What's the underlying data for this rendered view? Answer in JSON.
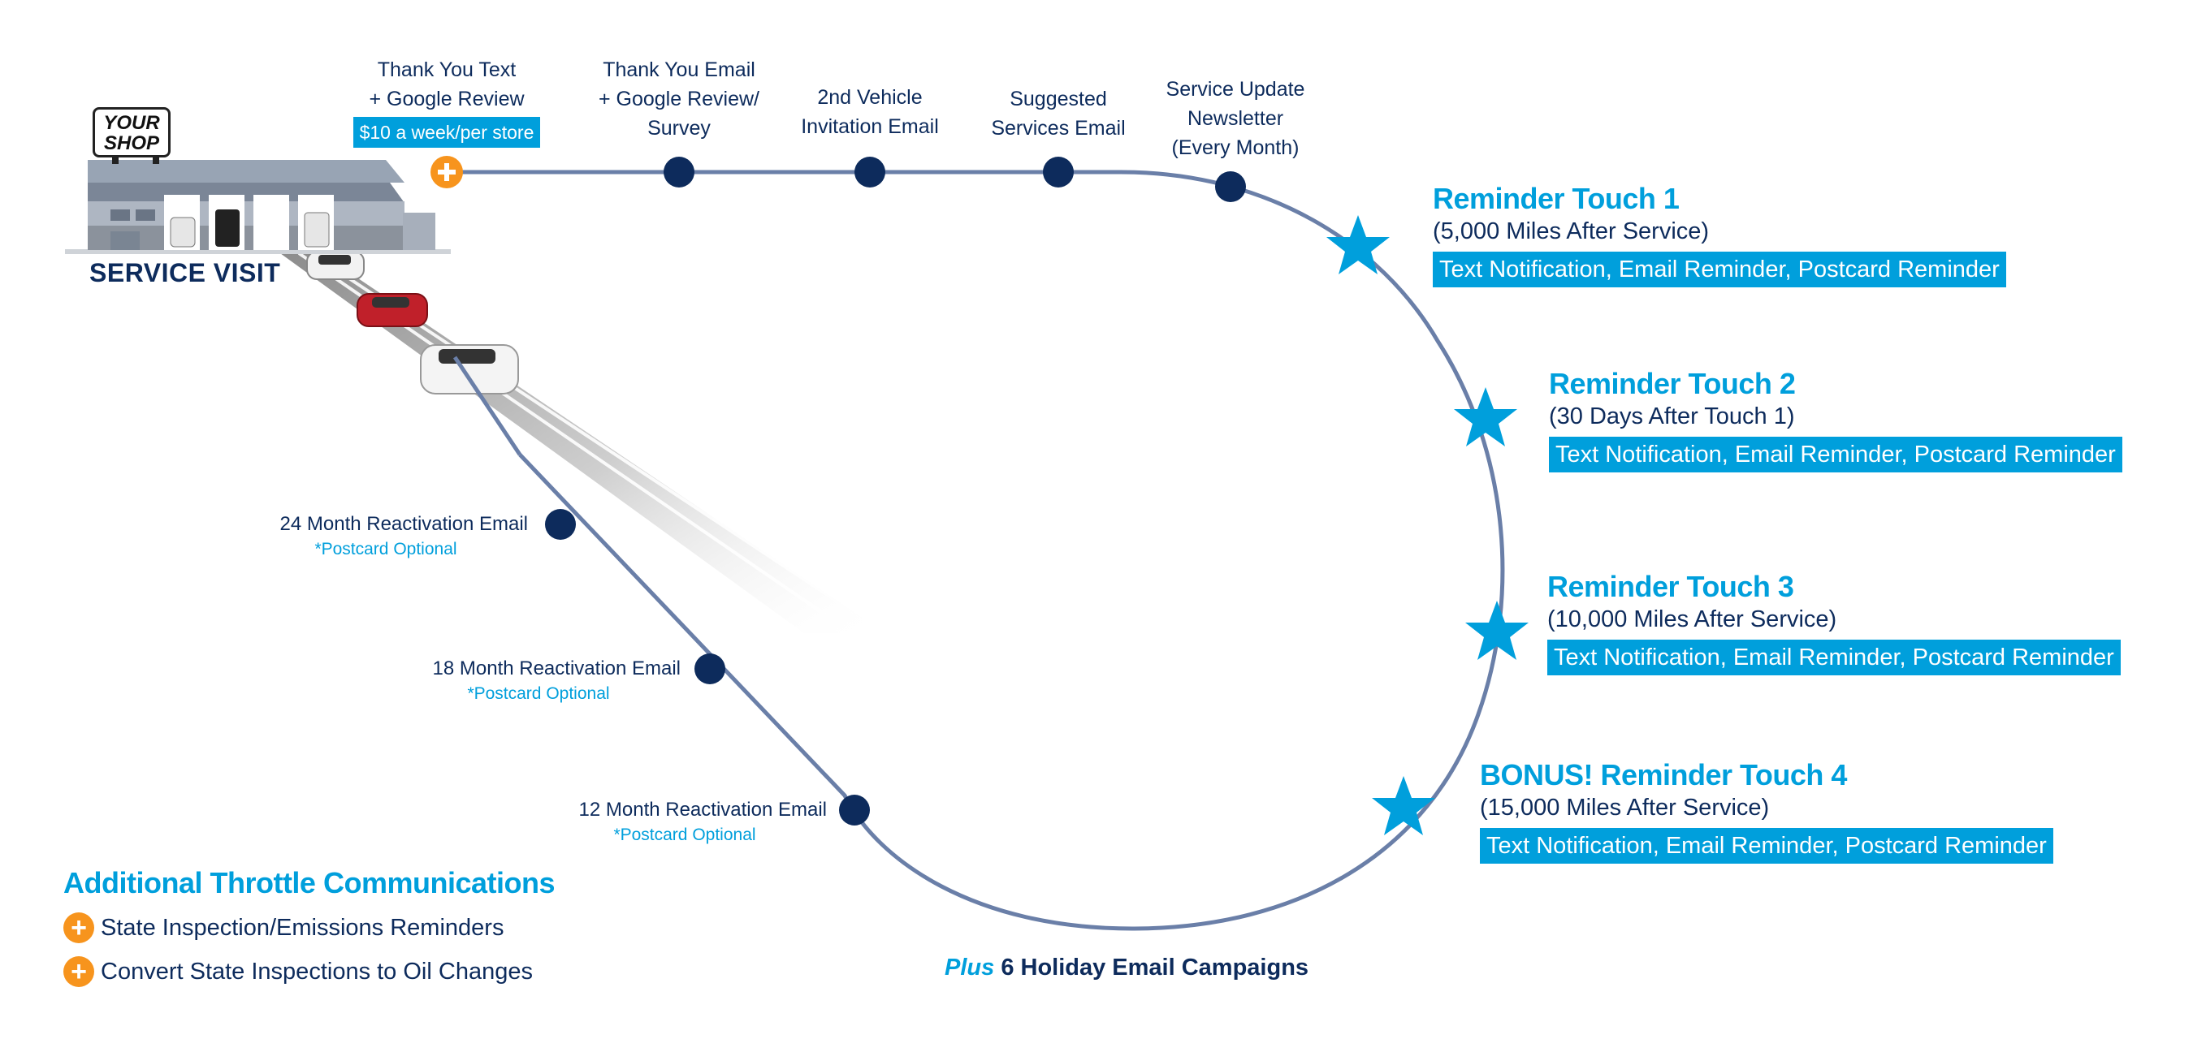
{
  "shop": {
    "sign_line1": "YOUR",
    "sign_line2": "SHOP",
    "service_visit": "SERVICE VISIT"
  },
  "top_steps": [
    {
      "line1": "Thank You Text",
      "line2": "+ Google Review",
      "price": "$10 a week/per store",
      "marker": "plus-icon"
    },
    {
      "line1": "Thank You Email",
      "line2": "+ Google Review/",
      "line3": "Survey",
      "marker": "dot"
    },
    {
      "line1": "2nd Vehicle",
      "line2": "Invitation Email",
      "marker": "dot"
    },
    {
      "line1": "Suggested",
      "line2": "Services Email",
      "marker": "dot"
    },
    {
      "line1": "Service Update",
      "line2": "Newsletter",
      "line3": "(Every Month)",
      "marker": "dot"
    }
  ],
  "reminders": [
    {
      "title": "Reminder Touch 1",
      "subtitle": "(5,000 Miles After Service)",
      "channels": "Text Notification, Email Reminder, Postcard Reminder",
      "marker": "star-icon"
    },
    {
      "title": "Reminder Touch 2",
      "subtitle": "(30 Days After Touch 1)",
      "channels": "Text Notification, Email Reminder, Postcard Reminder",
      "marker": "star-icon"
    },
    {
      "title": "Reminder Touch 3",
      "subtitle": "(10,000 Miles After Service)",
      "channels": "Text Notification, Email Reminder, Postcard Reminder",
      "marker": "star-icon"
    },
    {
      "title": "BONUS! Reminder Touch 4",
      "subtitle": "(15,000 Miles After Service)",
      "channels": "Text Notification, Email Reminder, Postcard Reminder",
      "marker": "star-icon"
    }
  ],
  "reactivations": [
    {
      "title": "24 Month Reactivation Email",
      "note": "*Postcard  Optional"
    },
    {
      "title": "18 Month Reactivation Email",
      "note": "*Postcard  Optional"
    },
    {
      "title": "12 Month Reactivation Email",
      "note": "*Postcard  Optional"
    }
  ],
  "holiday": {
    "plus": "Plus",
    "text": "6 Holiday Email Campaigns"
  },
  "additional": {
    "title": "Additional Throttle Communications",
    "items": [
      {
        "icon": "plus-icon",
        "label": "State Inspection/Emissions Reminders"
      },
      {
        "icon": "plus-icon",
        "label": "Convert State Inspections to Oil Changes"
      }
    ]
  },
  "colors": {
    "navy": "#0d2b5c",
    "accent_blue": "#009fdc",
    "orange": "#f7941d",
    "path": "#6a7fa8"
  }
}
